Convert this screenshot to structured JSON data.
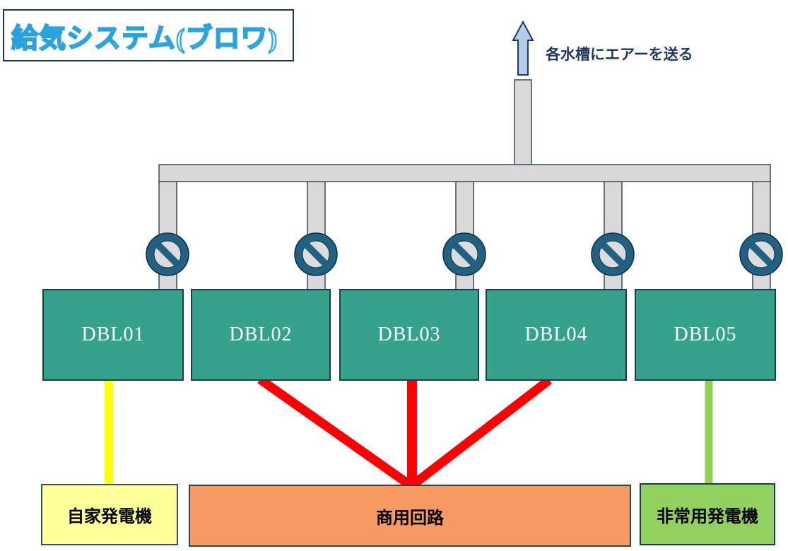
{
  "title": {
    "text": "給気システム(ブロワ)"
  },
  "annotation": {
    "air_flow_note": "各水槽にエアーを送る"
  },
  "blowers": [
    {
      "label": "DBL01"
    },
    {
      "label": "DBL02"
    },
    {
      "label": "DBL03"
    },
    {
      "label": "DBL04"
    },
    {
      "label": "DBL05"
    }
  ],
  "power_sources": [
    {
      "label": "自家発電機"
    },
    {
      "label": "商用回路"
    },
    {
      "label": "非常用発電機"
    }
  ],
  "icons": {
    "valve": "no-entry-icon",
    "air_flow": "up-arrow-icon"
  },
  "colors": {
    "title_color": "#29a3dd",
    "navy": "#1f3864",
    "teal_fill": "#35a28b",
    "teal_border": "#1c3d4f",
    "pipe_fill": "#d9d9d9",
    "pipe_border": "#3a4a55",
    "valve_color": "#216283",
    "valve_inner": "#dcdcdc",
    "arrow_fill": "#b3cde9",
    "red_line": "#ff0000",
    "yellow_line": "#ffff00",
    "green_line": "#92d050",
    "yellow_box_fill": "#ffff99",
    "orange_box_fill": "#f79b63",
    "green_box_fill": "#92d05f"
  }
}
